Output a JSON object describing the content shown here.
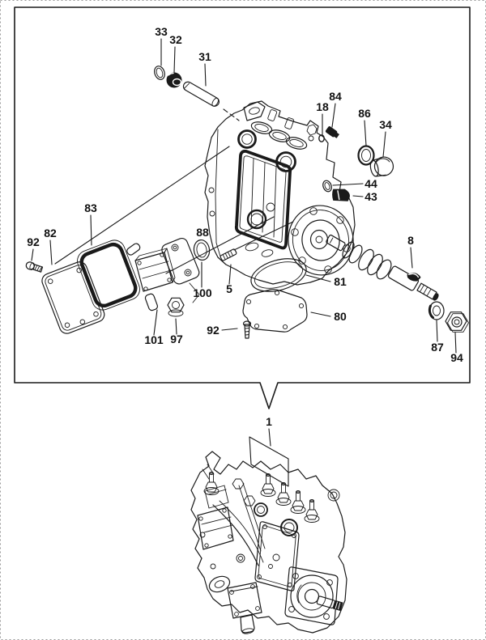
{
  "diagram": {
    "type": "exploded-parts-diagram",
    "colors": {
      "line": "#1a1a1a",
      "background": "#ffffff"
    },
    "callouts": [
      {
        "id": "33",
        "text": "33"
      },
      {
        "id": "32",
        "text": "32"
      },
      {
        "id": "31",
        "text": "31"
      },
      {
        "id": "84",
        "text": "84"
      },
      {
        "id": "18",
        "text": "18"
      },
      {
        "id": "86",
        "text": "86"
      },
      {
        "id": "34",
        "text": "34"
      },
      {
        "id": "44",
        "text": "44"
      },
      {
        "id": "43",
        "text": "43"
      },
      {
        "id": "8",
        "text": "8"
      },
      {
        "id": "83",
        "text": "83"
      },
      {
        "id": "82",
        "text": "82"
      },
      {
        "id": "92-left",
        "text": "92"
      },
      {
        "id": "88",
        "text": "88"
      },
      {
        "id": "100",
        "text": "100"
      },
      {
        "id": "5",
        "text": "5"
      },
      {
        "id": "81",
        "text": "81"
      },
      {
        "id": "80",
        "text": "80"
      },
      {
        "id": "92-bottom",
        "text": "92"
      },
      {
        "id": "101",
        "text": "101"
      },
      {
        "id": "97",
        "text": "97"
      },
      {
        "id": "87",
        "text": "87"
      },
      {
        "id": "94",
        "text": "94"
      },
      {
        "id": "1",
        "text": "1"
      }
    ]
  }
}
